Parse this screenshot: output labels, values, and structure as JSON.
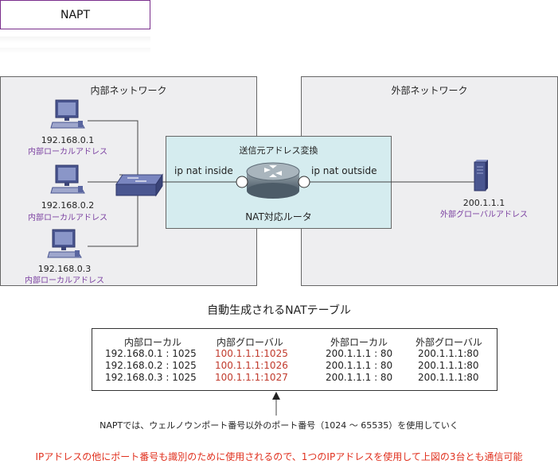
{
  "title": "NAPT",
  "internal_network": {
    "label": "内部ネットワーク",
    "hosts": [
      {
        "ip": "192.168.0.1",
        "type": "内部ローカルアドレス"
      },
      {
        "ip": "192.168.0.2",
        "type": "内部ローカルアドレス"
      },
      {
        "ip": "192.168.0.3",
        "type": "内部ローカルアドレス"
      }
    ]
  },
  "external_network": {
    "label": "外部ネットワーク",
    "server": {
      "ip": "200.1.1.1",
      "type": "外部グローバルアドレス"
    }
  },
  "router": {
    "conversion_label": "送信元アドレス変換",
    "inside_label": "ip nat inside",
    "outside_label": "ip nat outside",
    "name": "NAT対応ルータ"
  },
  "table": {
    "caption": "自動生成されるNATテーブル",
    "headers": [
      "内部ローカル",
      "内部グローバル",
      "外部ローカル",
      "外部グローバル"
    ],
    "rows": [
      [
        "192.168.0.1 : 1025",
        "100.1.1.1:1025",
        "200.1.1.1 : 80",
        "200.1.1.1:80"
      ],
      [
        "192.168.0.2 : 1025",
        "100.1.1.1:1026",
        "200.1.1.1 : 80",
        "200.1.1.1:80"
      ],
      [
        "192.168.0.3 : 1025",
        "100.1.1.1:1027",
        "200.1.1.1 : 80",
        "200.1.1.1:80"
      ]
    ]
  },
  "note": "NAPTでは、ウェルノウンポート番号以外のポート番号（1024 ～ 65535）を使用していく",
  "footer_note": "IPアドレスの他にポート番号も識別のために使用されるので、1つのIPアドレスを使用して上図の3台とも通信可能",
  "colors": {
    "accent_purple": "#7a3fa0",
    "router_box": "#d5ecef",
    "network_box": "#eeeef0",
    "highlight_red": "#c0392b",
    "footer_red": "#e0301e"
  }
}
